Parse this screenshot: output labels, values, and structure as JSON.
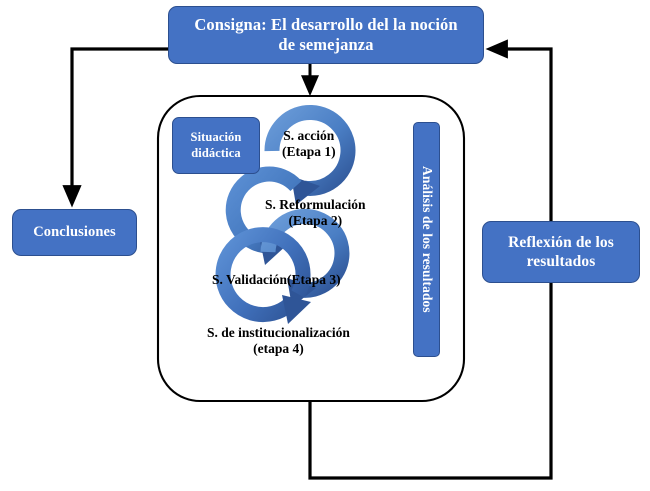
{
  "diagram": {
    "title_box": {
      "label": "Consigna: El desarrollo del la noción de semejanza",
      "line1": "Consigna: El desarrollo del la noción",
      "line2": "de semejanza"
    },
    "left_box": {
      "label": "Conclusiones"
    },
    "right_box": {
      "line1": "Reflexión de los",
      "line2": "resultados",
      "label": "Reflexión de los resultados"
    },
    "inner": {
      "situacion_box": {
        "line1": "Situación",
        "line2": "didáctica",
        "label": "Situación didáctica"
      },
      "analisis_box": {
        "label": "Análisis de los resultados"
      },
      "stages": [
        {
          "id": "etapa1",
          "name": "S. acción",
          "stage": "(Etapa 1)"
        },
        {
          "id": "etapa2",
          "name": "S. Reformulación",
          "stage": "(Etapa 2)"
        },
        {
          "id": "etapa3",
          "name": "S. Validación(Etapa  3)",
          "stage": ""
        },
        {
          "id": "etapa4",
          "name": "S. de institucionalización",
          "stage": "(etapa 4)"
        }
      ]
    },
    "colors": {
      "box_fill": "#4472c4",
      "box_border": "#2c4f8f",
      "box_text": "#ffffff",
      "ring_dark": "#2f5597",
      "ring_light": "#5b8fd4",
      "connector": "#000000",
      "container_border": "#000000",
      "stage_text": "#000000",
      "background": "#ffffff"
    }
  }
}
